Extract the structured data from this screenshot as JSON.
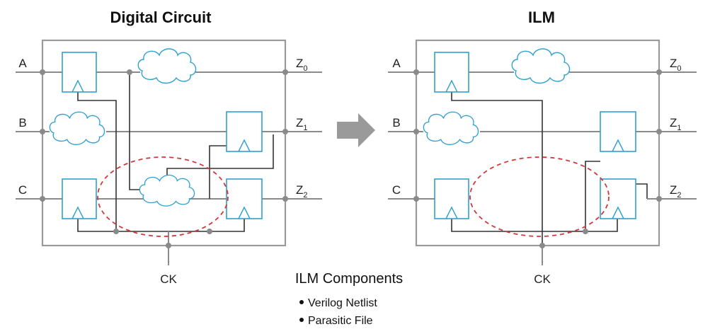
{
  "left_panel": {
    "title": "Digital Circuit",
    "inputs": [
      "A",
      "B",
      "C"
    ],
    "outputs": [
      {
        "base": "Z",
        "sub": "0"
      },
      {
        "base": "Z",
        "sub": "1"
      },
      {
        "base": "Z",
        "sub": "2"
      }
    ],
    "clock": "CK"
  },
  "right_panel": {
    "title": "ILM",
    "inputs": [
      "A",
      "B",
      "C"
    ],
    "outputs": [
      {
        "base": "Z",
        "sub": "0"
      },
      {
        "base": "Z",
        "sub": "1"
      },
      {
        "base": "Z",
        "sub": "2"
      }
    ],
    "clock": "CK"
  },
  "legend": {
    "title": "ILM Components",
    "items": [
      "Verilog Netlist",
      "Parasitic File"
    ]
  },
  "colors": {
    "wire": "#8a8a8a",
    "flipflop": "#2fa0d0",
    "boundary": "#d0393b",
    "arrow": "#9a9a9a"
  }
}
